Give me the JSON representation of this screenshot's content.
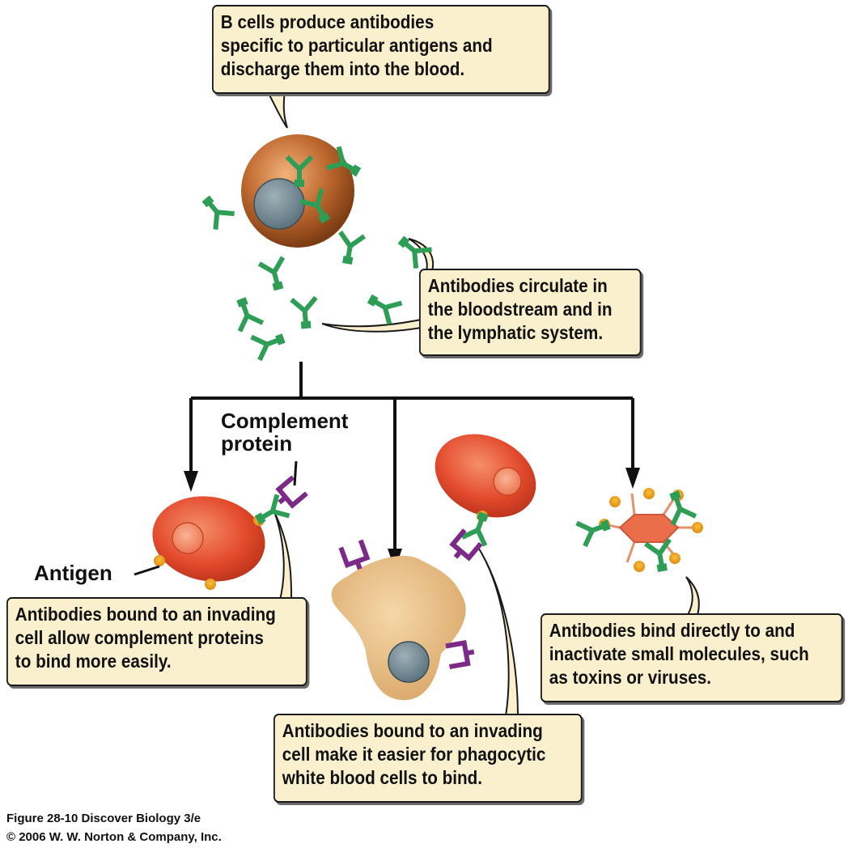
{
  "callouts": {
    "b_cells": "B cells produce antibodies\nspecific to particular antigens and\ndischarge them into the blood.",
    "circulate": "Antibodies circulate in\nthe bloodstream and in\nthe lymphatic system.",
    "complement": "Antibodies bound to an invading\ncell allow complement proteins\nto bind more easily.",
    "phagocytic": "Antibodies bound to an invading\ncell make it easier for phagocytic\nwhite blood cells to bind.",
    "small_molecules": "Antibodies bind directly to and\ninactivate small molecules, such\nas toxins or viruses."
  },
  "labels": {
    "complement_protein": "Complement\nprotein",
    "antigen": "Antigen"
  },
  "caption": "Figure 28-10  Discover Biology 3/e\n© 2006 W. W. Norton & Company, Inc.",
  "colors": {
    "antibody": "#2e9e57",
    "complement": "#7b2a87",
    "antigen": "#f0a020",
    "red_cell": "#e14a2e",
    "b_cell": "#b8642e",
    "phagocyte": "#e8bf86",
    "callout_fill": "#fbf0cd"
  }
}
